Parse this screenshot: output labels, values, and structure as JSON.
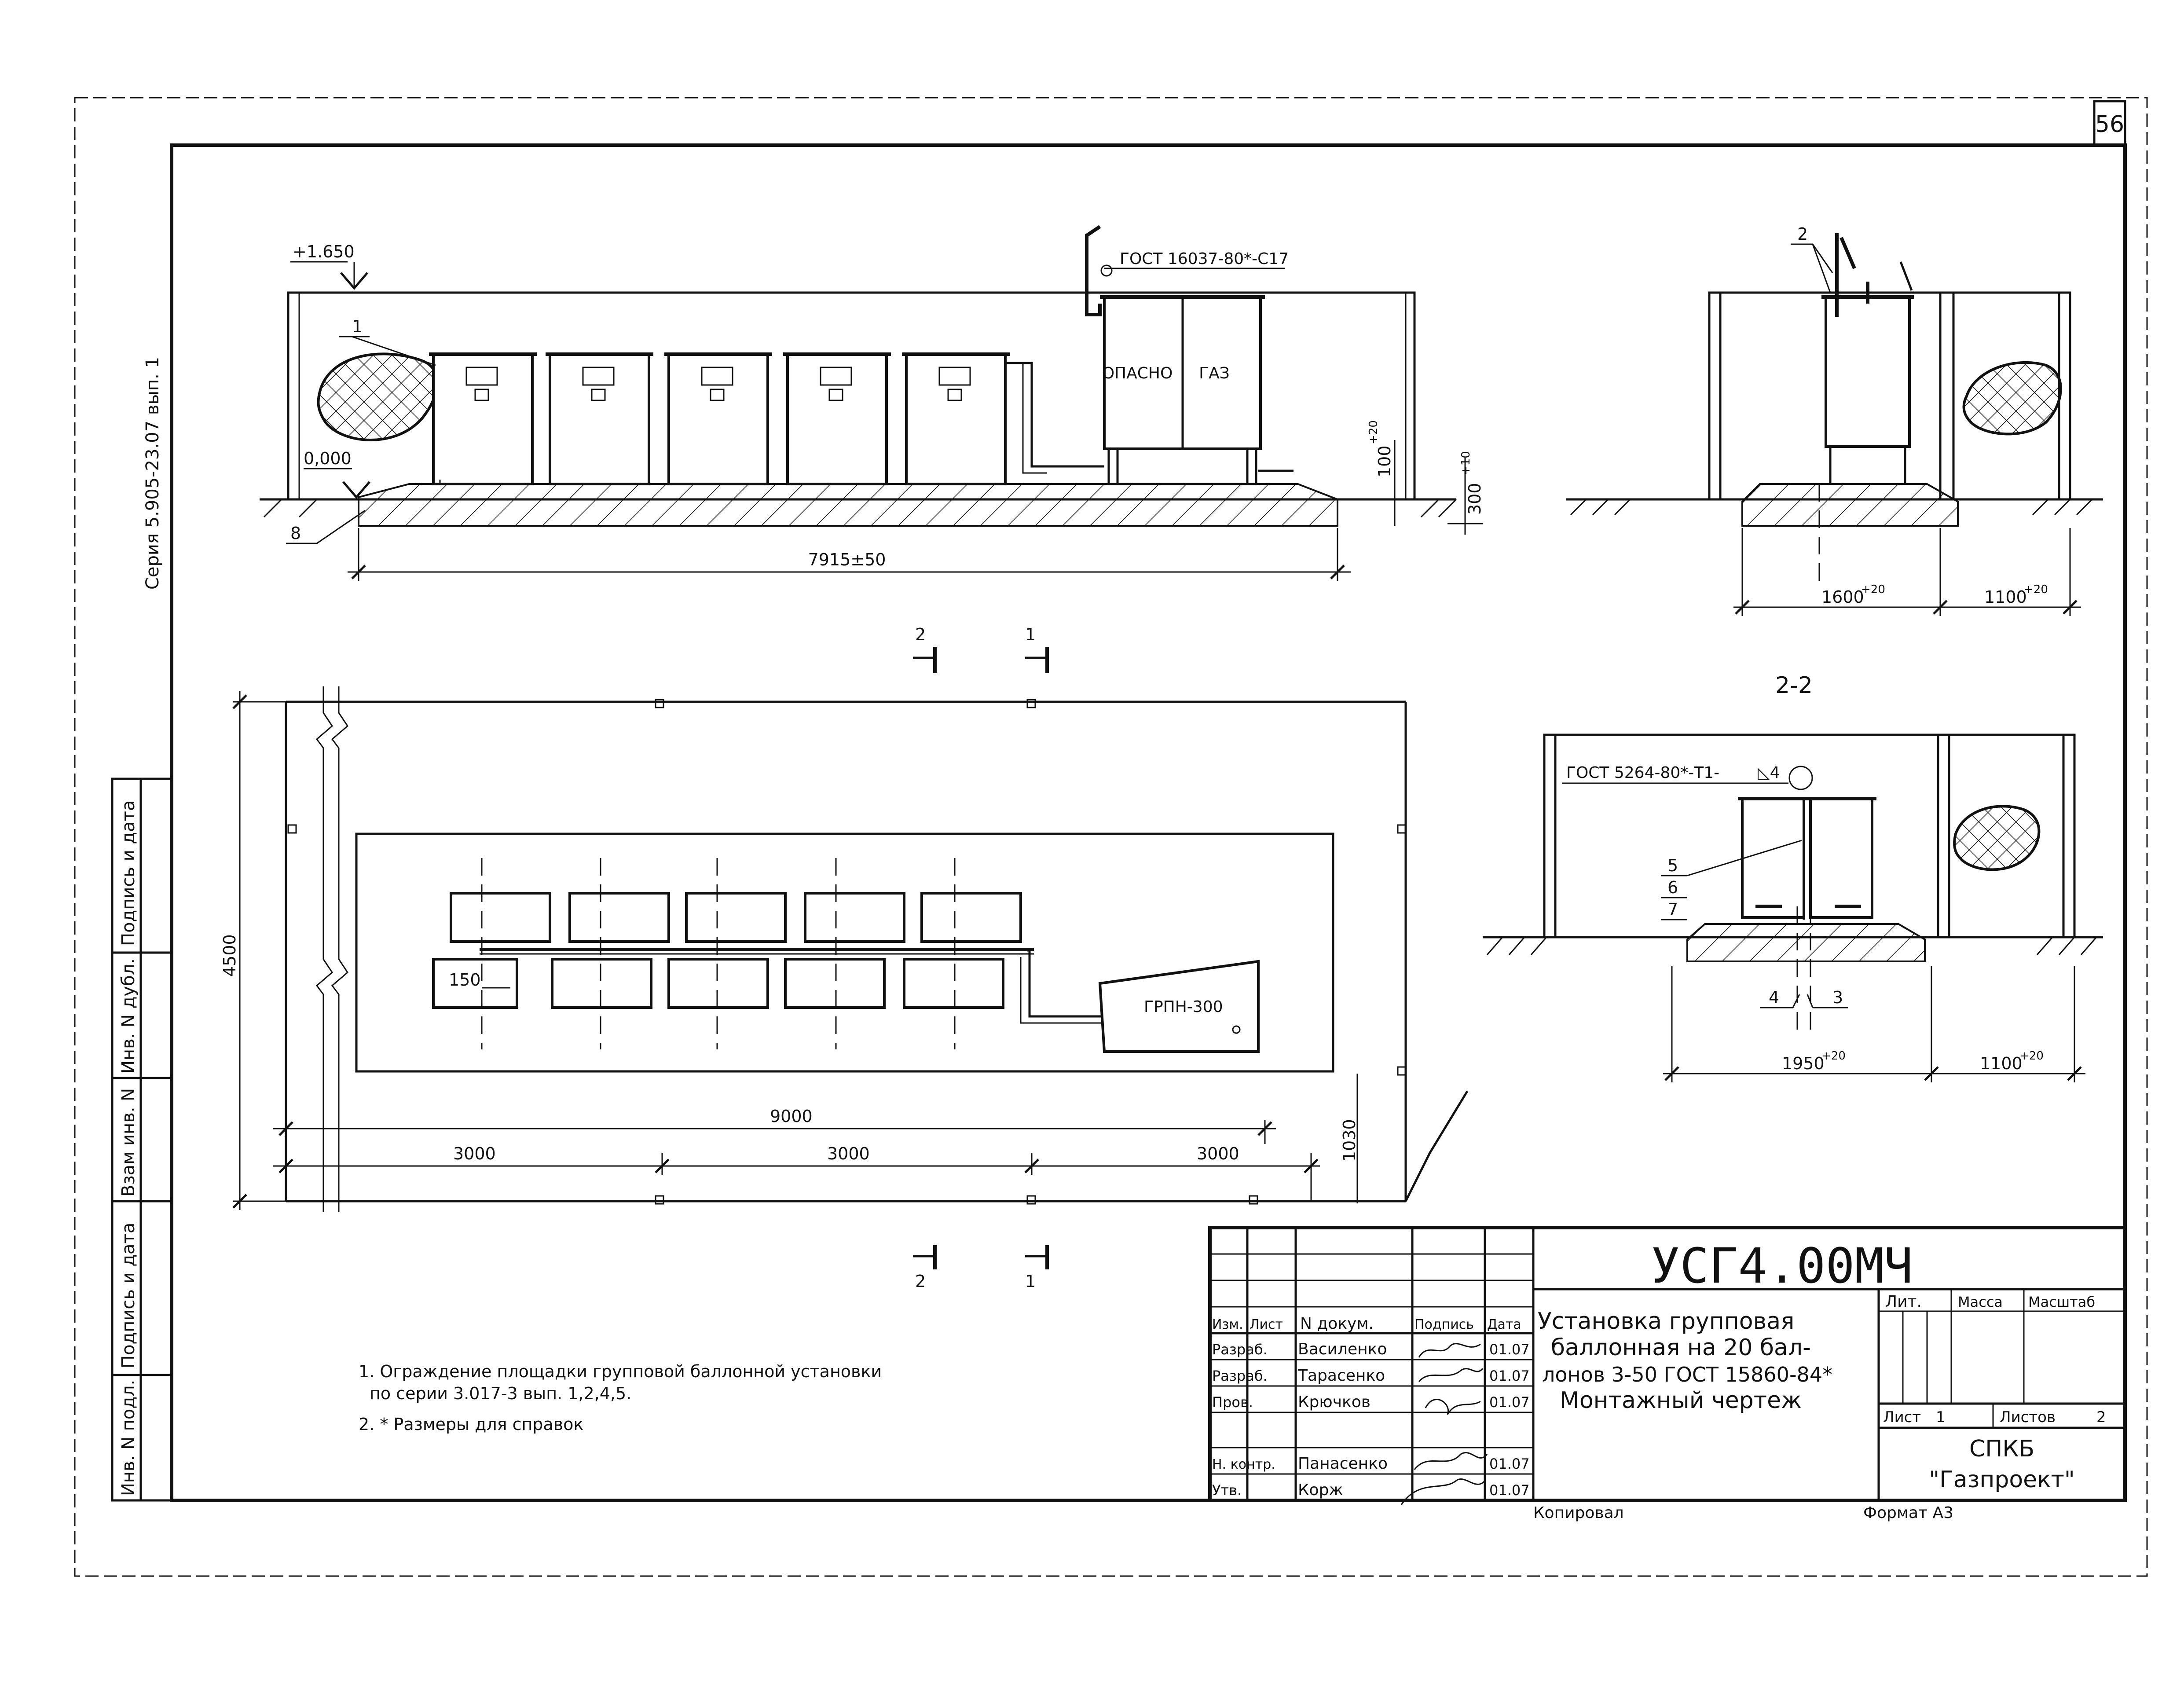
{
  "sheet": {
    "page_number": "56",
    "series_label": "Серия 5.905-23.07 вып. 1"
  },
  "side_stamp": {
    "labels": [
      "Подпись и дата",
      "Инв. N дубл.",
      "Взам инв. N",
      "Подпись и дата",
      "Инв. N подл."
    ]
  },
  "elevation": {
    "level_top": "+1.650",
    "level_zero": "0,000",
    "pos_1": "1",
    "pos_8": "8",
    "weld_note": "ГОСТ 16037-80*-С17",
    "sign_left": "ОПАСНО",
    "sign_right": "ГАЗ",
    "dim_length": "7915±50",
    "dim_100": "100",
    "dim_100_tol": "+20",
    "dim_300": "300",
    "dim_300_tol": "+10"
  },
  "section_1": {
    "pos_2": "2",
    "dim_1600": "1600",
    "dim_1600_tol": "+20",
    "dim_1100": "1100",
    "dim_1100_tol": "+20"
  },
  "section_2": {
    "title": "2-2",
    "weld_note": "ГОСТ 5264-80*-Т1-",
    "weld_leg": "◺4",
    "pos_5": "5",
    "pos_6": "6",
    "pos_7": "7",
    "pos_4": "4",
    "pos_3": "3",
    "dim_1950": "1950",
    "dim_1950_tol": "+20",
    "dim_1100": "1100",
    "dim_1100_tol": "+20"
  },
  "plan": {
    "cut_2": "2",
    "cut_1": "1",
    "dim_4500": "4500",
    "dim_150": "150",
    "unit_label": "ГРПН-300",
    "dim_9000": "9000",
    "dim_3000_a": "3000",
    "dim_3000_b": "3000",
    "dim_3000_c": "3000",
    "dim_1030": "1030"
  },
  "notes": {
    "note_1_line_1": "1. Ограждение площадки групповой баллонной установки",
    "note_1_line_2": "по серии 3.017-3 вып. 1,2,4,5.",
    "note_2": "2. * Размеры для справок"
  },
  "title_block": {
    "doc_code": "УСГ4.00МЧ",
    "title_line_1": "Установка групповая",
    "title_line_2": "баллонная на 20 бал-",
    "title_line_3": "лонов 3-50 ГОСТ 15860-84*",
    "title_line_4": "Монтажный чертеж",
    "col_izm": "Изм.",
    "col_list": "Лист",
    "col_doc": "N докум.",
    "col_sign": "Подпись",
    "col_date": "Дата",
    "rows": [
      {
        "role": "Разраб.",
        "name": "Василенко",
        "date": "01.07"
      },
      {
        "role": "Разраб.",
        "name": "Тарасенко",
        "date": "01.07"
      },
      {
        "role": "Пров.",
        "name": "Крючков",
        "date": "01.07"
      },
      {
        "role": "Н. контр.",
        "name": "Панасенко",
        "date": "01.07"
      },
      {
        "role": "Утв.",
        "name": "Корж",
        "date": "01.07"
      }
    ],
    "lit_label": "Лит.",
    "mass_label": "Масса",
    "scale_label": "Масштаб",
    "sheet_label": "Лист",
    "sheet_value": "1",
    "sheets_label": "Листов",
    "sheets_value": "2",
    "org_line_1": "СПКБ",
    "org_line_2": "\"Газпроект\"",
    "copied_label": "Копировал",
    "format_label": "Формат А3"
  }
}
